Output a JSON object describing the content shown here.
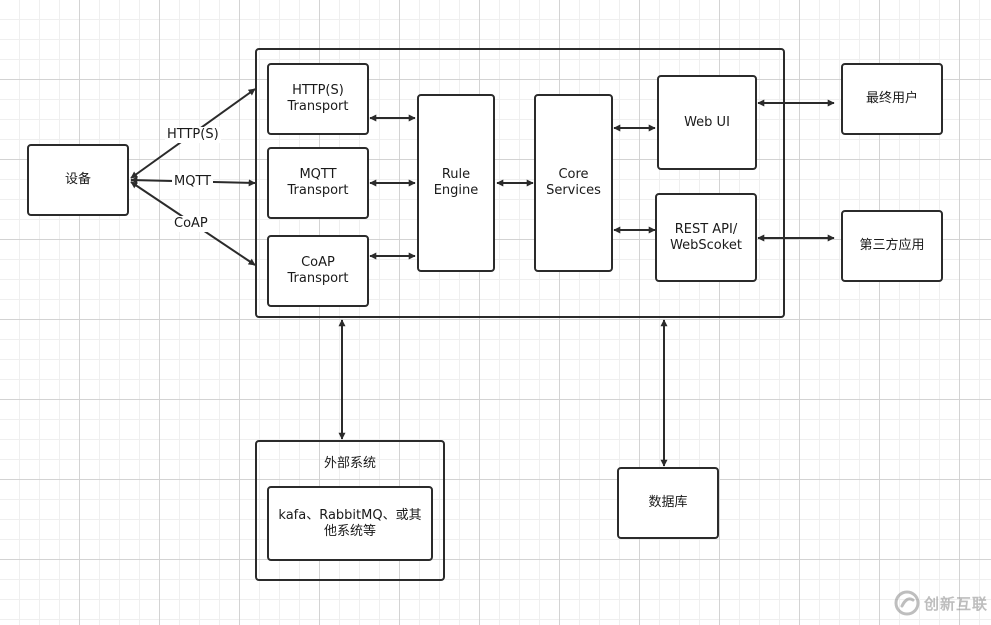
{
  "nodes": {
    "device": "设备",
    "http_transport": "HTTP(S)\nTransport",
    "mqtt_transport": "MQTT\nTransport",
    "coap_transport": "CoAP\nTransport",
    "rule_engine": "Rule\nEngine",
    "core_services": "Core\nServices",
    "web_ui": "Web UI",
    "rest_api": "REST API/\nWebScoket",
    "end_user": "最终用户",
    "third_party": "第三方应用",
    "database": "数据库"
  },
  "external_system": {
    "title": "外部系统",
    "inner": "kafa、RabbitMQ、或其\n他系统等"
  },
  "edges": {
    "http": "HTTP(S)",
    "mqtt": "MQTT",
    "coap": "CoAP"
  },
  "watermark": {
    "text": "创新互联"
  },
  "colors": {
    "line": "#2b2b2b",
    "grid_major": "#d3d3d3",
    "grid_minor": "#efefef",
    "watermark": "#8a8a8a"
  },
  "icons": {
    "watermark_logo": "circular-swirl-logo"
  }
}
